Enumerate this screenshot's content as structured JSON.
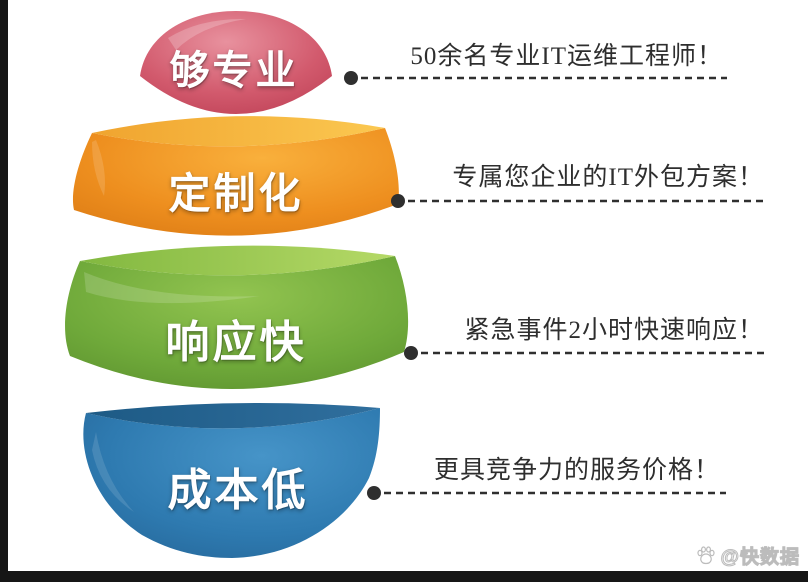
{
  "diagram": {
    "type": "layered-sphere-funnel",
    "background": "#ffffff",
    "frame_color": "#161616"
  },
  "funnel": {
    "segments": [
      {
        "id": "professional",
        "label": "够专业",
        "body_highlight": "#e8919e",
        "body_main": "#d25a6d",
        "body_shadow": "#b93a50"
      },
      {
        "id": "customized",
        "label": "定制化",
        "body_highlight": "#f9b03c",
        "body_main": "#ee8f1f",
        "body_shadow": "#d87712",
        "rim_start": "#f0a42f",
        "rim_end": "#fbc851"
      },
      {
        "id": "fast-response",
        "label": "响应快",
        "body_highlight": "#92c450",
        "body_main": "#6fa93a",
        "body_shadow": "#55892a",
        "rim_start": "#82b840",
        "rim_end": "#b5d967"
      },
      {
        "id": "low-cost",
        "label": "成本低",
        "body_highlight": "#4694c8",
        "body_main": "#2e7ab0",
        "body_shadow": "#225f90",
        "rim_start": "#1d5a85",
        "rim_end": "#306f9e"
      }
    ]
  },
  "callouts": [
    {
      "text": "50余名专业IT运维工程师！"
    },
    {
      "text": "专属您企业的IT外包方案！"
    },
    {
      "text": "紧急事件2小时快速响应！"
    },
    {
      "text": "更具竞争力的服务价格！"
    }
  ],
  "connector": {
    "color": "#2f2f2f"
  },
  "watermark": {
    "handle": "@快数据",
    "icon": "paw-icon"
  }
}
